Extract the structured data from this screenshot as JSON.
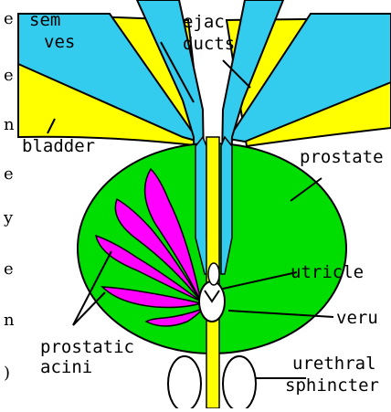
{
  "colors": {
    "background": "#ffffff",
    "yellow": "#ffff00",
    "cyan": "#33ccee",
    "green": "#00dd00",
    "magenta": "#ff00ff",
    "outline": "#000000"
  },
  "labels": {
    "sem_line1": "sem",
    "sem_line2": "ves",
    "ejac_line1": "ejac",
    "ejac_line2": "ducts",
    "bladder": "bladder",
    "prostate": "prostate",
    "utricle": "utricle",
    "veru": "veru",
    "acini_line1": "prostatic",
    "acini_line2": "acini",
    "sphincter_line1": "urethral",
    "sphincter_line2": "sphincter"
  },
  "left_edge_letters": [
    "e",
    "e",
    "n",
    "e",
    "y",
    "e",
    "n",
    ")"
  ]
}
